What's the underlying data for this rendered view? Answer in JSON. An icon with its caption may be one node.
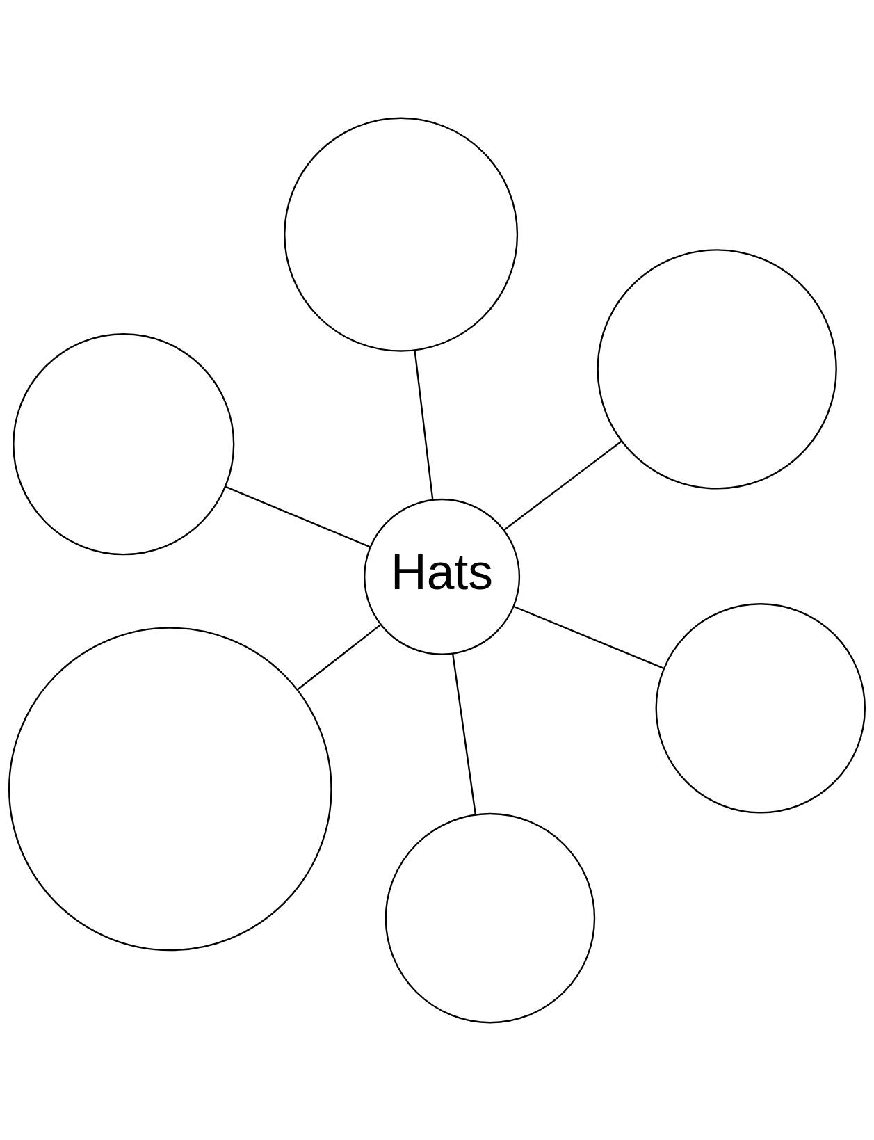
{
  "diagram": {
    "nodes": [
      {
        "text": [],
        "shape": "circle"
      },
      {
        "text": [],
        "shape": "circle"
      },
      {
        "text": [],
        "shape": "circle"
      },
      {
        "text": [
          "Hats"
        ]
      },
      {
        "text": [],
        "shape": "circle"
      },
      {
        "text": [],
        "shape": "circle"
      },
      {
        "text": [],
        "shape": "circle"
      }
    ],
    "edges": [
      {
        "from": 3,
        "to": 0,
        "arrow": "none"
      },
      {
        "from": 3,
        "to": 1,
        "arrow": "none"
      },
      {
        "from": 3,
        "to": 2,
        "arrow": "none"
      },
      {
        "from": 3,
        "to": 4,
        "arrow": "none"
      },
      {
        "from": 3,
        "to": 5,
        "arrow": "none"
      },
      {
        "from": 3,
        "to": 6,
        "arrow": "none"
      }
    ]
  }
}
